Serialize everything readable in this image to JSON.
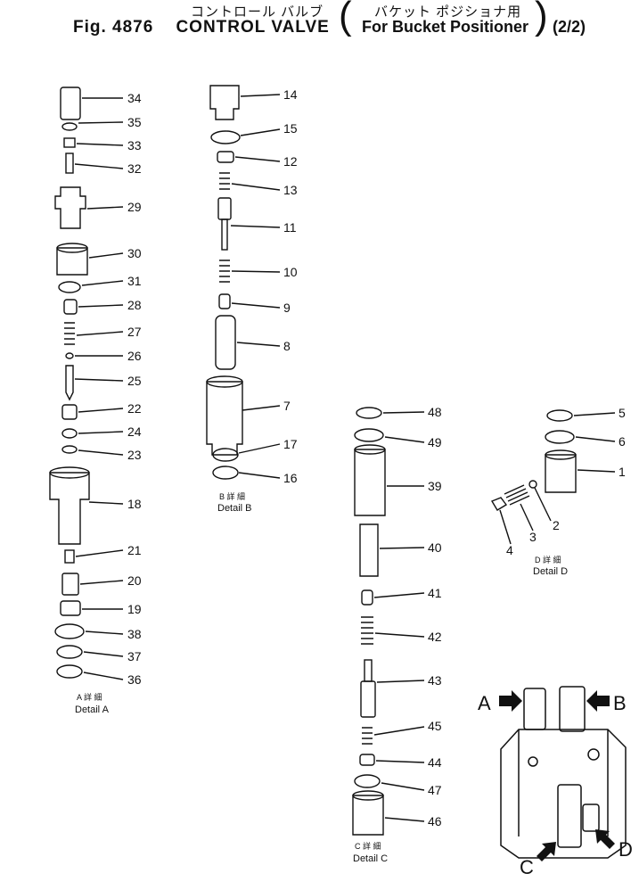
{
  "header": {
    "title_jp": "コントロール バルブ",
    "subtitle_jp": "バケット ポジショナ用",
    "fig": "Fig. 4876",
    "title": "CONTROL VALVE",
    "subtitle": "For Bucket Positioner",
    "page": "(2/2)"
  },
  "details": {
    "a_jp": "A 詳 細",
    "a": "Detail A",
    "b_jp": "B 詳 細",
    "b": "Detail B",
    "c_jp": "C 詳 細",
    "c": "Detail C",
    "d_jp": "D 詳 細",
    "d": "Detail D"
  },
  "parts": {
    "detail_a": [
      "34",
      "35",
      "33",
      "32",
      "29",
      "30",
      "31",
      "28",
      "27",
      "26",
      "25",
      "22",
      "24",
      "23",
      "18",
      "21",
      "20",
      "19",
      "38",
      "37",
      "36"
    ],
    "detail_b": [
      "14",
      "15",
      "12",
      "13",
      "11",
      "10",
      "9",
      "8",
      "7",
      "17",
      "16"
    ],
    "detail_c": [
      "48",
      "49",
      "39",
      "40",
      "41",
      "42",
      "43",
      "45",
      "44",
      "47",
      "46"
    ],
    "detail_d": [
      "5",
      "6",
      "1",
      "2",
      "3",
      "4"
    ]
  },
  "assembly_labels": {
    "a": "A",
    "b": "B",
    "c": "C",
    "d": "D"
  }
}
